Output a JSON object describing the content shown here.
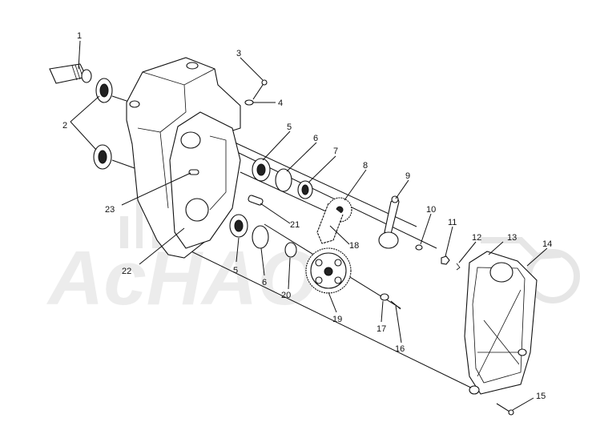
{
  "watermark": {
    "text": "AcHAO"
  },
  "callouts": [
    {
      "id": "c1",
      "label": "1"
    },
    {
      "id": "c2",
      "label": "2"
    },
    {
      "id": "c3",
      "label": "3"
    },
    {
      "id": "c4",
      "label": "4"
    },
    {
      "id": "c5a",
      "label": "5"
    },
    {
      "id": "c5b",
      "label": "5"
    },
    {
      "id": "c6a",
      "label": "6"
    },
    {
      "id": "c6b",
      "label": "6"
    },
    {
      "id": "c7",
      "label": "7"
    },
    {
      "id": "c8",
      "label": "8"
    },
    {
      "id": "c9",
      "label": "9"
    },
    {
      "id": "c10",
      "label": "10"
    },
    {
      "id": "c11",
      "label": "11"
    },
    {
      "id": "c12",
      "label": "12"
    },
    {
      "id": "c13",
      "label": "13"
    },
    {
      "id": "c14",
      "label": "14"
    },
    {
      "id": "c15",
      "label": "15"
    },
    {
      "id": "c16",
      "label": "16"
    },
    {
      "id": "c17",
      "label": "17"
    },
    {
      "id": "c18",
      "label": "18"
    },
    {
      "id": "c19",
      "label": "19"
    },
    {
      "id": "c20",
      "label": "20"
    },
    {
      "id": "c21",
      "label": "21"
    },
    {
      "id": "c22",
      "label": "22"
    },
    {
      "id": "c23",
      "label": "23"
    }
  ]
}
